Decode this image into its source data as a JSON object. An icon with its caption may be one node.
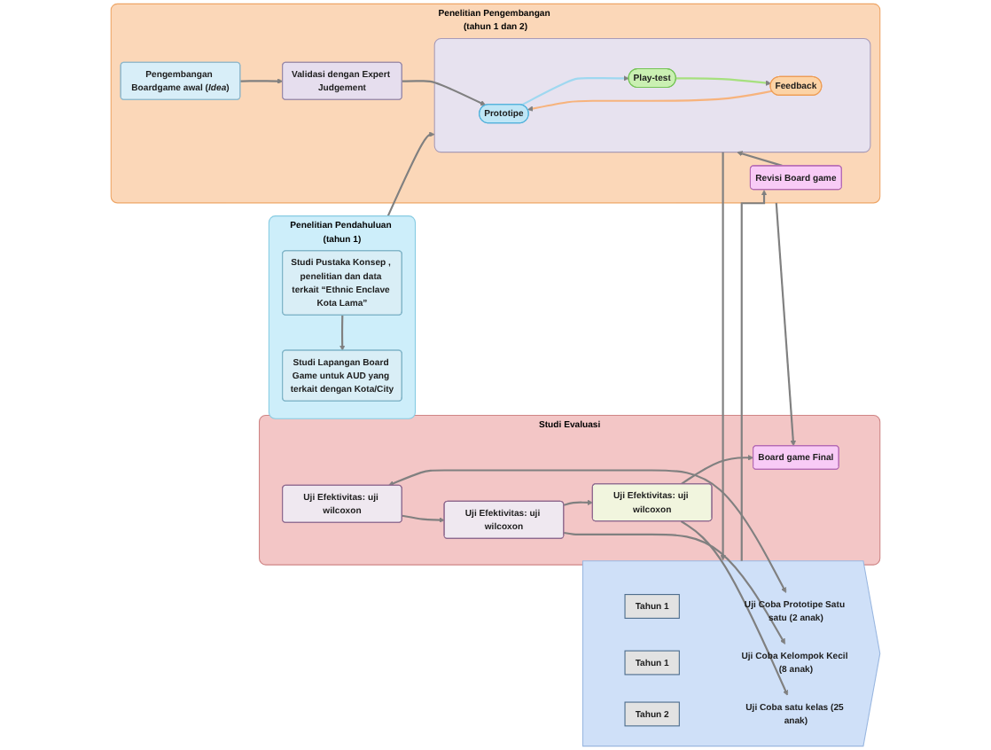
{
  "diagram": {
    "nodes": [
      {
        "text": [
          "Penelitian Pendahuluan (tahun 1)"
        ]
      },
      {
        "text": [
          "Studi Pustaka Konsep , penelitian dan data terkait “Ethnic Enclave Kota Lama”"
        ],
        "in": 0
      },
      {
        "text": [
          "Studi Lapangan Board Game untuk AUD yang terkait dengan Kota/City"
        ],
        "in": 0
      },
      {
        "text": [
          "Penelitian Pengembangan (tahun 1 dan 2)"
        ]
      },
      {
        "text": [
          "Pengembangan Boardgame awal (*Idea*)"
        ],
        "in": 3
      },
      {
        "text": [
          "Validasi dengan Expert Judgement"
        ],
        "in": 3
      },
      {
        "text": [],
        "shape": "box",
        "in": 3
      },
      {
        "text": [
          "Prototipe"
        ],
        "in": 6
      },
      {
        "text": [
          "Play-test"
        ],
        "in": 6
      },
      {
        "text": [
          "Feedback"
        ],
        "in": 6
      },
      {
        "text": [
          "Revisi Board game"
        ],
        "in": 3
      },
      {
        "text": [],
        "shape": "arrow"
      },
      {
        "text": [
          "Tahun 1"
        ],
        "in": 11
      },
      {
        "text": [
          "Uji Coba Prototipe Satu satu (2 anak)"
        ],
        "in": 11
      },
      {
        "text": [
          "Tahun 1"
        ],
        "in": 11
      },
      {
        "text": [
          "Uji Coba Kelompok Kecil (8 anak)"
        ],
        "in": 11
      },
      {
        "text": [
          "Tahun 2"
        ],
        "in": 11
      },
      {
        "text": [
          "Uji Coba satu kelas (25 anak)"
        ],
        "in": 11
      },
      {
        "text": [
          "Studi Evaluasi"
        ]
      },
      {
        "text": [
          "Uji Efektivitas: uji wilcoxon"
        ],
        "in": 18
      },
      {
        "text": [
          "Uji Efektivitas: uji wilcoxon"
        ],
        "in": 18
      },
      {
        "text": [
          "Uji Efektivitas: uji wilcoxon"
        ],
        "in": 18
      },
      {
        "text": [
          "Board game Final"
        ],
        "in": 18
      }
    ],
    "edges": [
      {
        "from": 1,
        "to": 2,
        "arrow": "to"
      },
      {
        "from": 0,
        "to": 6,
        "arrow": "to"
      },
      {
        "from": 4,
        "to": 5,
        "arrow": "to"
      },
      {
        "from": 5,
        "to": 7,
        "arrow": "to"
      },
      {
        "from": 7,
        "to": 8,
        "arrow": "to",
        "color": "#9fd8f0"
      },
      {
        "from": 8,
        "to": 9,
        "arrow": "to",
        "color": "#a6e07e"
      },
      {
        "from": 9,
        "to": 7,
        "arrow": "to",
        "color": "#f7b37c"
      },
      {
        "from": 6,
        "to": 11,
        "arrow": "to"
      },
      {
        "from": 11,
        "to": 10,
        "arrow": "to"
      },
      {
        "from": 10,
        "to": 6,
        "arrow": "to"
      },
      {
        "from": 3,
        "to": 22,
        "arrow": "to"
      },
      {
        "from": 19,
        "to": 13,
        "arrow": "both"
      },
      {
        "from": 19,
        "to": 20,
        "arrow": "to"
      },
      {
        "from": 20,
        "to": 15,
        "arrow": "to"
      },
      {
        "from": 20,
        "to": 21,
        "arrow": "to"
      },
      {
        "from": 21,
        "to": 17,
        "arrow": "to"
      },
      {
        "from": 21,
        "to": 22,
        "arrow": "to"
      }
    ]
  }
}
